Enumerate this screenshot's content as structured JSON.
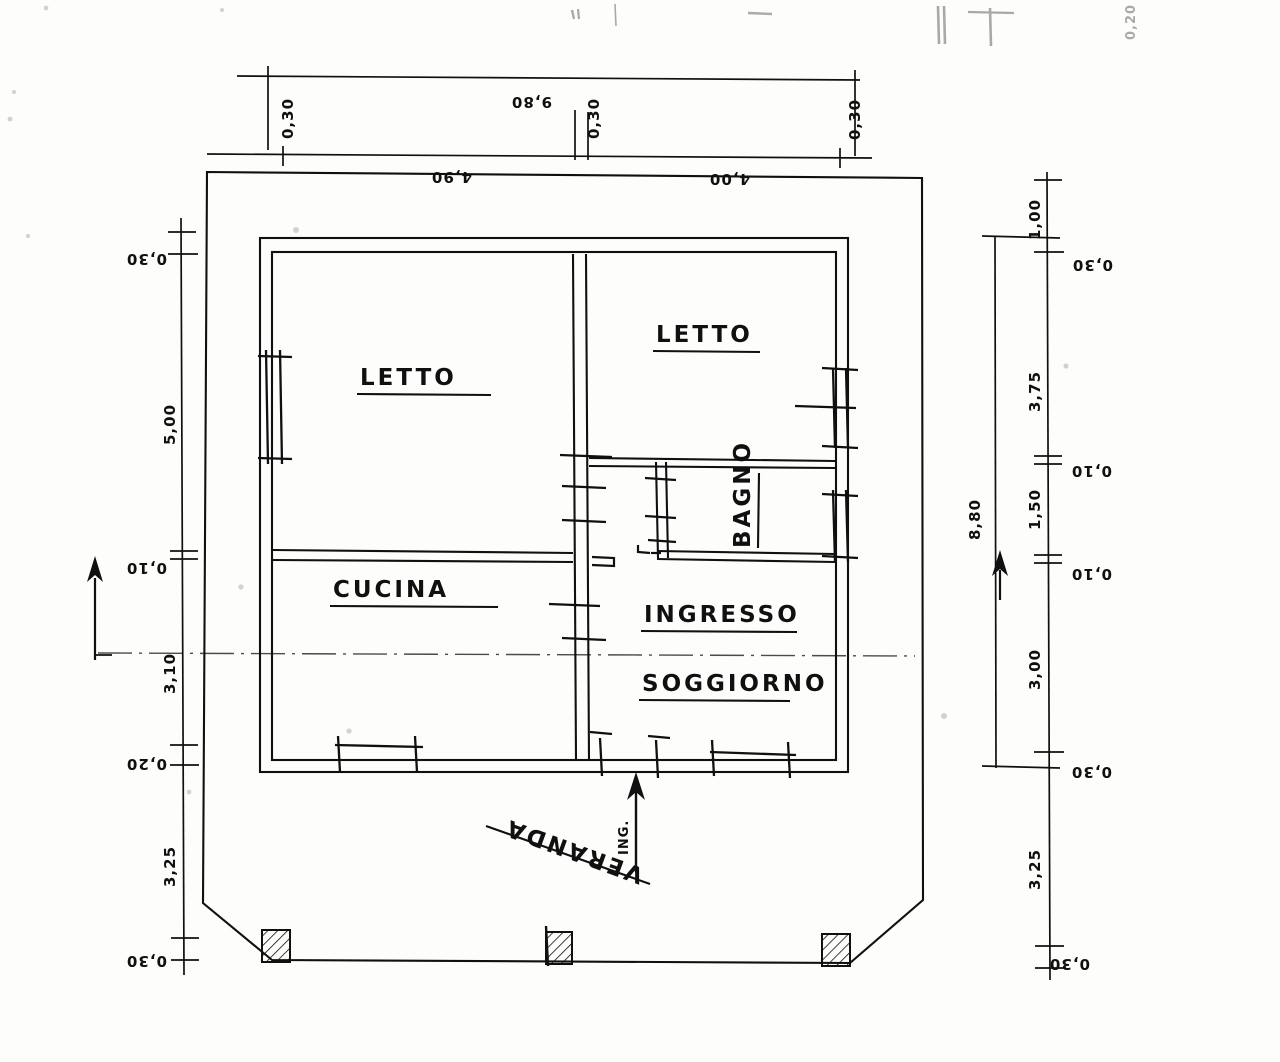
{
  "drawing": {
    "kind": "hand-drawn architectural floor plan",
    "language": "Italian",
    "title": ""
  },
  "rooms": [
    {
      "id": "letto-left",
      "label": "LETTO",
      "underlined": true
    },
    {
      "id": "letto-right",
      "label": "LETTO",
      "underlined": true
    },
    {
      "id": "cucina",
      "label": "CUCINA",
      "underlined": true
    },
    {
      "id": "bagno",
      "label": "BAGNO",
      "underlined": true,
      "rotated": true
    },
    {
      "id": "ingresso",
      "label": "INGRESSO",
      "underlined": true
    },
    {
      "id": "soggiorno",
      "label": "SOGGIORNO",
      "underlined": true
    },
    {
      "id": "veranda",
      "label": "VERANDA",
      "underlined": true,
      "rotated": true
    }
  ],
  "annotations": {
    "entrance_arrow_label": "ING.",
    "corner_mark": "0,20"
  },
  "dimensions": {
    "top_overall": "9,80",
    "top_chain": [
      {
        "value": "0,30",
        "orientation": "vertical"
      },
      {
        "value": "4,90",
        "orientation": "horizontal"
      },
      {
        "value": "0,30",
        "orientation": "vertical"
      },
      {
        "value": "4,00",
        "orientation": "horizontal"
      },
      {
        "value": "0,30",
        "orientation": "vertical"
      }
    ],
    "left_chain": [
      {
        "value": "0,30"
      },
      {
        "value": "5,00"
      },
      {
        "value": "0,10"
      },
      {
        "value": "3,10"
      },
      {
        "value": "0,20"
      },
      {
        "value": "3,25"
      },
      {
        "value": "0,30"
      }
    ],
    "right_overall": "8,80",
    "right_chain": [
      {
        "value": "1,00"
      },
      {
        "value": "0,30"
      },
      {
        "value": "3,75"
      },
      {
        "value": "0,10"
      },
      {
        "value": "1,50"
      },
      {
        "value": "0,10"
      },
      {
        "value": "3,00"
      },
      {
        "value": "0,30"
      },
      {
        "value": "3,25"
      },
      {
        "value": "0,30"
      }
    ]
  },
  "colors": {
    "ink": "#101010",
    "paper": "#fdfdfc",
    "faint_ink": "#555555"
  }
}
